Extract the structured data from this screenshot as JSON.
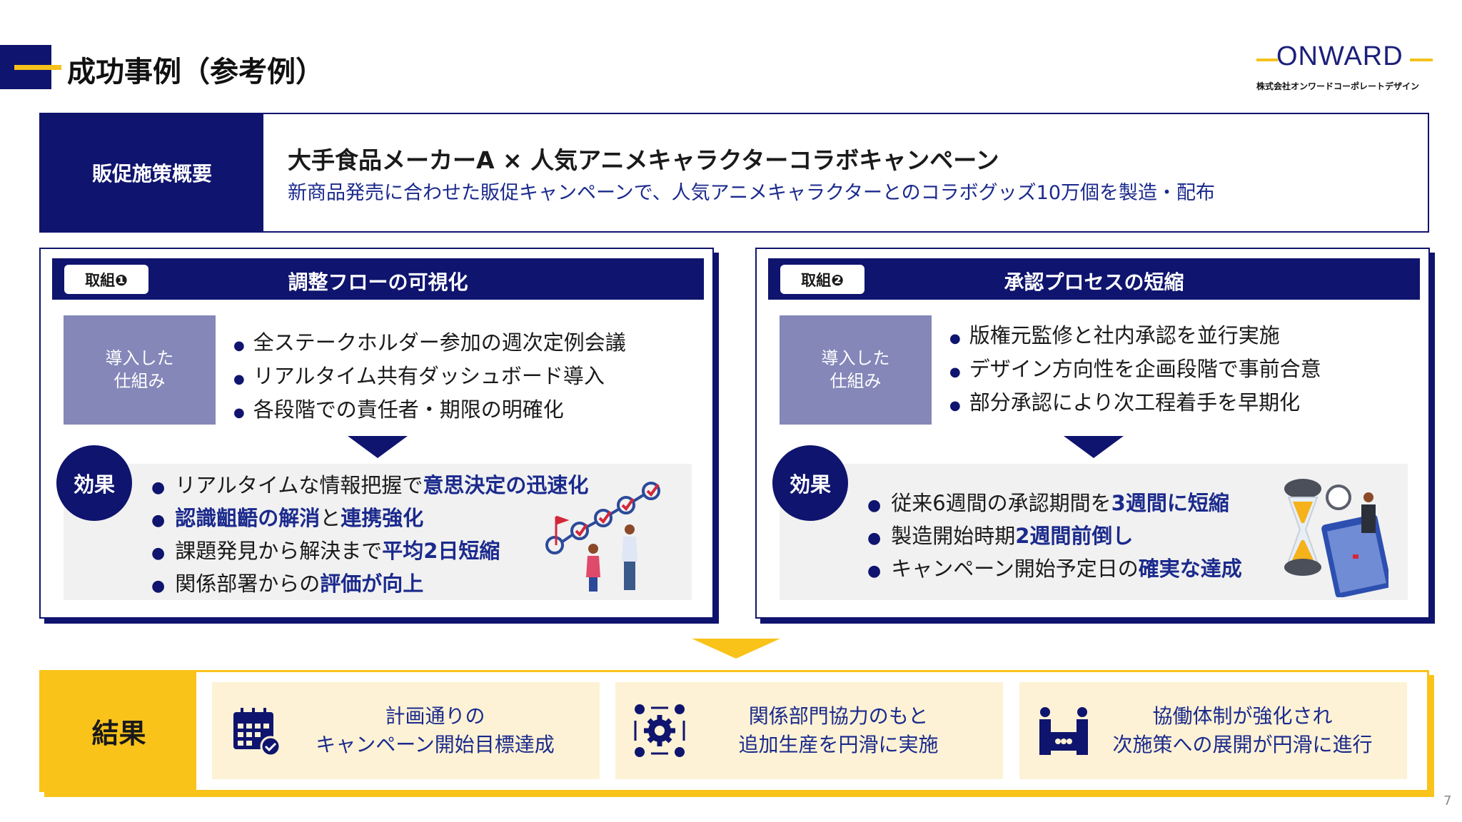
{
  "header": {
    "title": "成功事例（参考例）"
  },
  "logo": {
    "name": "ONWARD",
    "subtitle": "株式会社オンワードコーポレートデザイン"
  },
  "overview": {
    "label": "販促施策概要",
    "title": "大手食品メーカーA × 人気アニメキャラクターコラボキャンペーン",
    "description": "新商品発売に合わせた販促キャンペーンで、人気アニメキャラクターとのコラボグッズ10万個を製造・配布"
  },
  "cards": [
    {
      "badge": "取組❶",
      "title": "調整フローの可視化",
      "mechanism_label": [
        "導入した",
        "仕組み"
      ],
      "mechanisms": [
        "全ステークホルダー参加の週次定例会議",
        "リアルタイム共有ダッシュボード導入",
        "各段階での責任者・期限の明確化"
      ],
      "effect_label": "効果",
      "effects": [
        {
          "plain": "リアルタイムな情報把握で",
          "highlight": "意思決定の迅速化",
          "plain2": "",
          "highlight2": ""
        },
        {
          "plain": "",
          "highlight": "認識齟齬の解消",
          "plain2": "と",
          "highlight2": "連携強化"
        },
        {
          "plain": "課題発見から解決まで",
          "highlight": "平均2日短縮",
          "plain2": "",
          "highlight2": ""
        },
        {
          "plain": "関係部署からの",
          "highlight": "評価が向上",
          "plain2": "",
          "highlight2": ""
        }
      ]
    },
    {
      "badge": "取組❷",
      "title": "承認プロセスの短縮",
      "mechanism_label": [
        "導入した",
        "仕組み"
      ],
      "mechanisms": [
        "版権元監修と社内承認を並行実施",
        "デザイン方向性を企画段階で事前合意",
        "部分承認により次工程着手を早期化"
      ],
      "effect_label": "効果",
      "effects": [
        {
          "plain": "従来6週間の承認期間を",
          "highlight": "3週間に短縮"
        },
        {
          "plain": "製造開始時期",
          "highlight": "2週間前倒し"
        },
        {
          "plain": "キャンペーン開始予定日の",
          "highlight": "確実な達成"
        }
      ]
    }
  ],
  "result": {
    "label": "結果",
    "items": [
      {
        "icon": "calendar-check-icon",
        "lines": [
          "計画通りの",
          "キャンペーン開始目標達成"
        ]
      },
      {
        "icon": "gear-team-icon",
        "lines": [
          "関係部門協力のもと",
          "追加生産を円滑に実施"
        ]
      },
      {
        "icon": "collaboration-icon",
        "lines": [
          "協働体制が強化され",
          "次施策への展開が円滑に進行"
        ]
      }
    ]
  },
  "page_number": "7",
  "colors": {
    "navy": "#0f146e",
    "yellow": "#f9c31a",
    "mechanism": "#8487b8",
    "highlight": "#1b2a8c"
  }
}
